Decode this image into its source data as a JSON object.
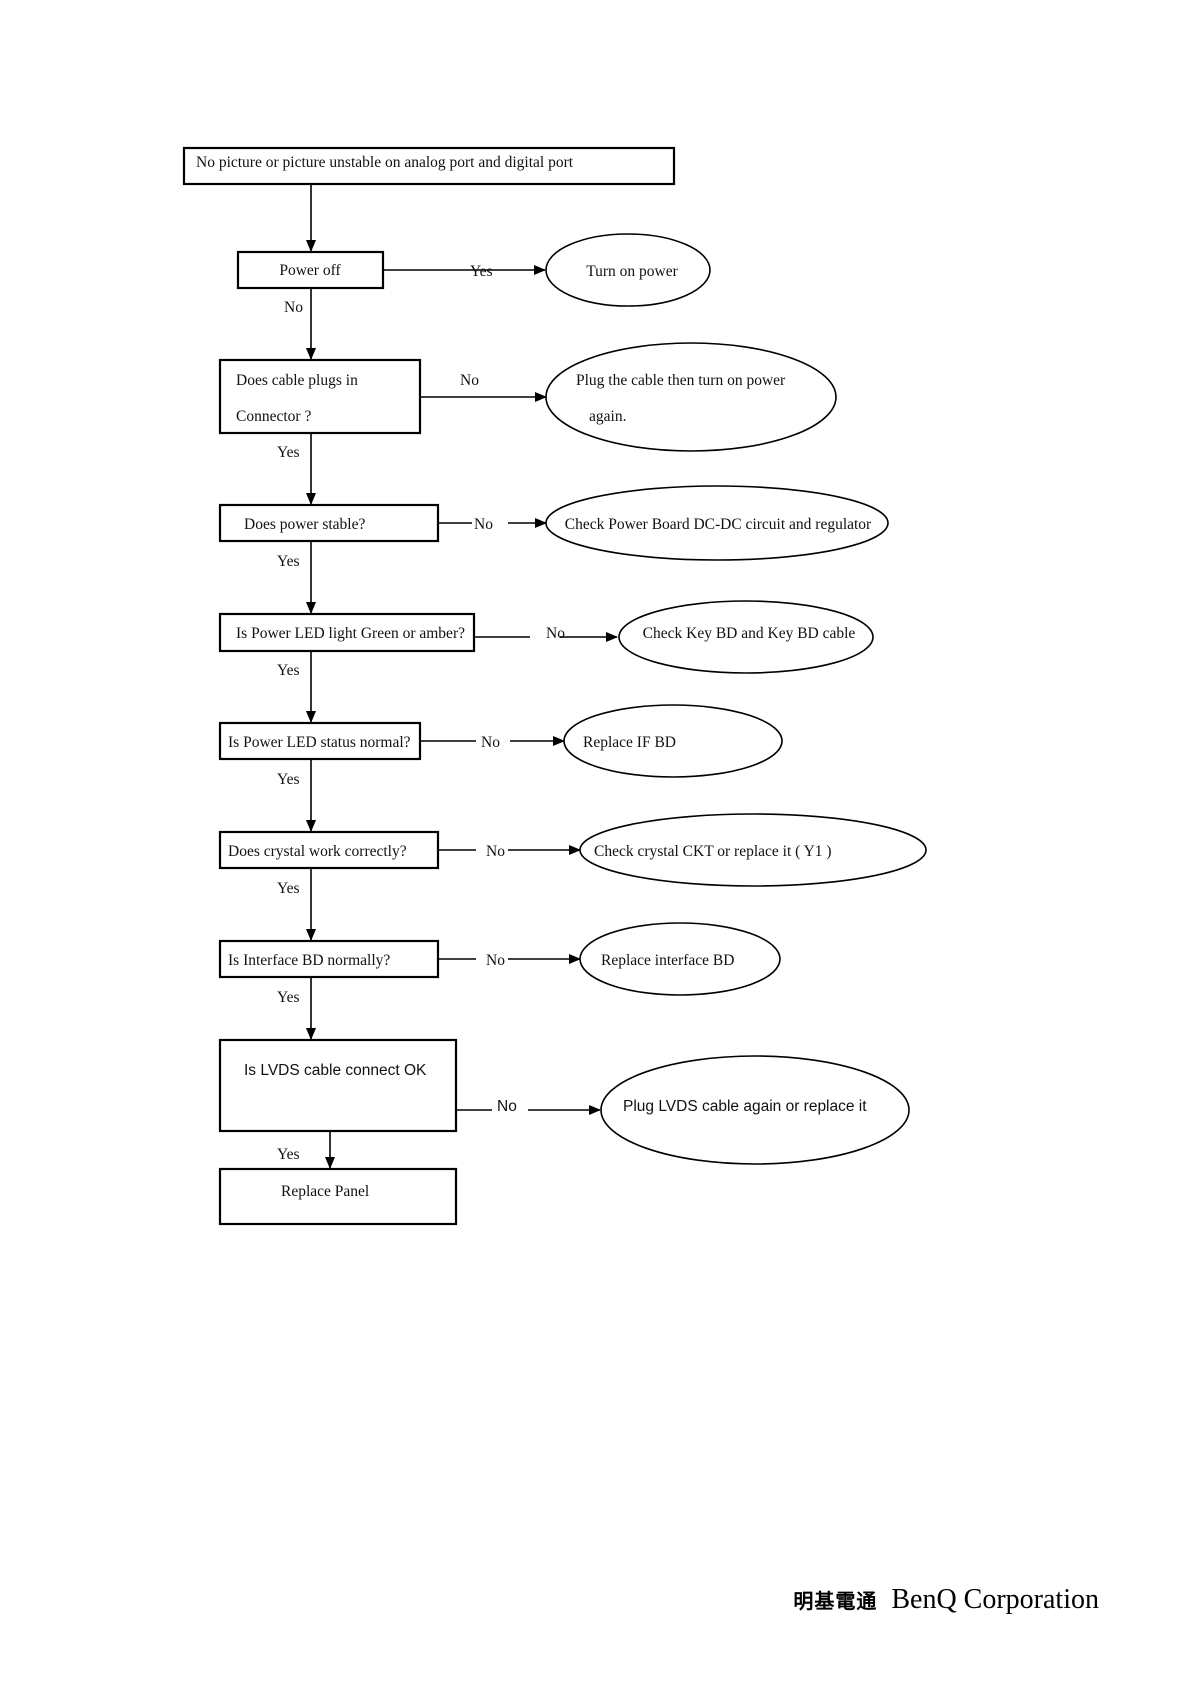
{
  "flow": {
    "start": "No picture or picture unstable on analog port and digital port",
    "q1": "Power off",
    "q1_yes": "Yes",
    "q1_no": "No",
    "a1": "Turn on power",
    "q2_line1": "Does cable plugs in",
    "q2_line2": "Connector ?",
    "q2_no": "No",
    "q2_yes": "Yes",
    "a2_line1": "Plug the cable then turn on power",
    "a2_line2": "again.",
    "q3": "Does power stable?",
    "q3_no": "No",
    "q3_yes": "Yes",
    "a3": "Check Power Board DC-DC circuit and regulator",
    "q4": "Is Power LED light Green or amber?",
    "q4_no": "No",
    "q4_yes": "Yes",
    "a4": "Check Key BD and Key BD cable",
    "q5": "Is Power LED status normal?",
    "q5_no": "No",
    "q5_yes": "Yes",
    "a5": "Replace IF BD",
    "q6": "Does crystal work correctly?",
    "q6_no": "No",
    "q6_yes": "Yes",
    "a6": "Check crystal CKT or replace it ( Y1 )",
    "q7": "Is Interface BD normally?",
    "q7_no": "No",
    "q7_yes": "Yes",
    "a7": "Replace interface BD",
    "q8": "Is LVDS cable connect OK",
    "q8_no": "No",
    "q8_yes": "Yes",
    "a8": "Plug LVDS cable again or replace it",
    "end": "Replace Panel"
  },
  "footer": {
    "cjk": "明基電通",
    "company": "BenQ Corporation"
  }
}
